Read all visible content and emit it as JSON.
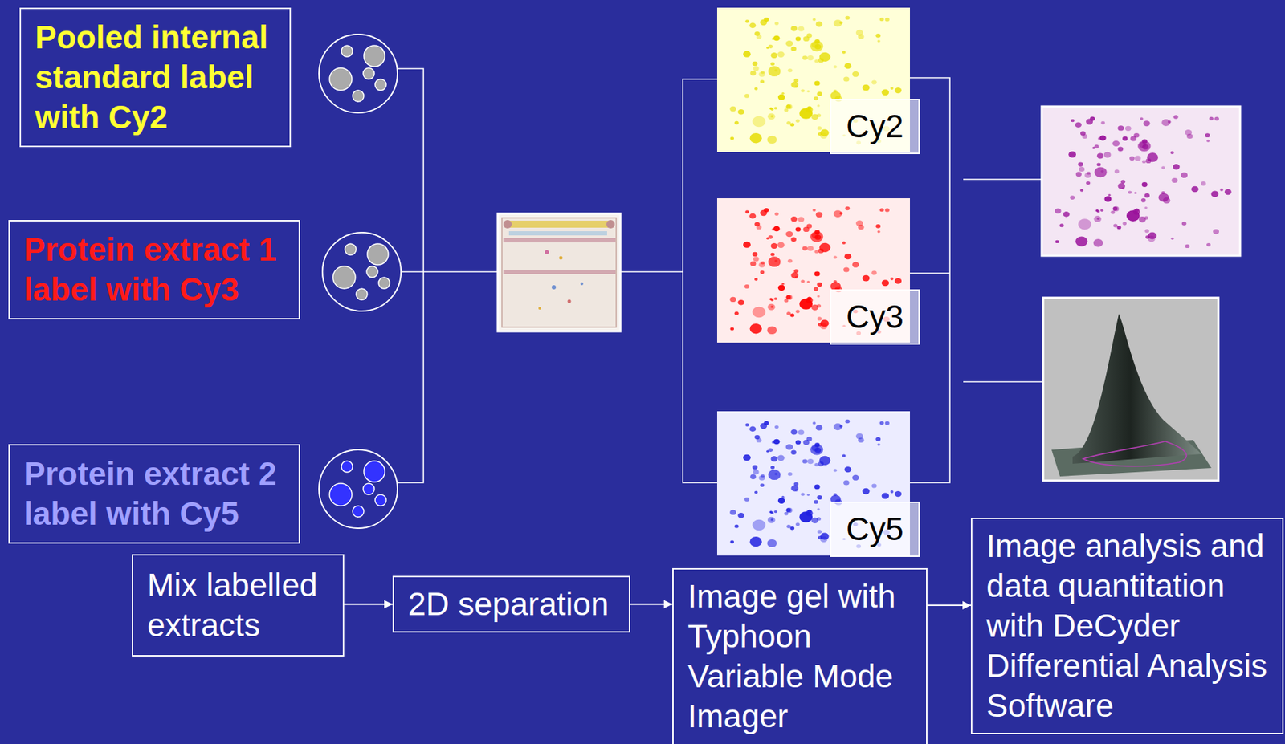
{
  "diagram": {
    "nodes": [
      {
        "text": [
          "Pooled internal standard label with Cy2"
        ]
      },
      {
        "text": [
          "Protein extract 1 label with Cy3"
        ]
      },
      {
        "text": [
          "Protein extract 2 label with Cy5"
        ]
      },
      {
        "text": [
          "Cy2"
        ]
      },
      {
        "text": [
          "Cy3"
        ]
      },
      {
        "text": [
          "Cy5"
        ]
      },
      {
        "text": [
          "Mix labelled extracts"
        ]
      },
      {
        "text": [
          "2D separation"
        ]
      },
      {
        "text": [
          "Image gel with Typhoon Variable Mode Imager"
        ]
      },
      {
        "text": [
          "Image analysis and data quantitation with DeCyder Differential Analysis Software"
        ]
      }
    ],
    "edges": [
      {
        "from": 6,
        "to": 7,
        "arrow": "to"
      },
      {
        "from": 7,
        "to": 8,
        "arrow": "to"
      },
      {
        "from": 8,
        "to": 9,
        "arrow": "to"
      }
    ]
  }
}
